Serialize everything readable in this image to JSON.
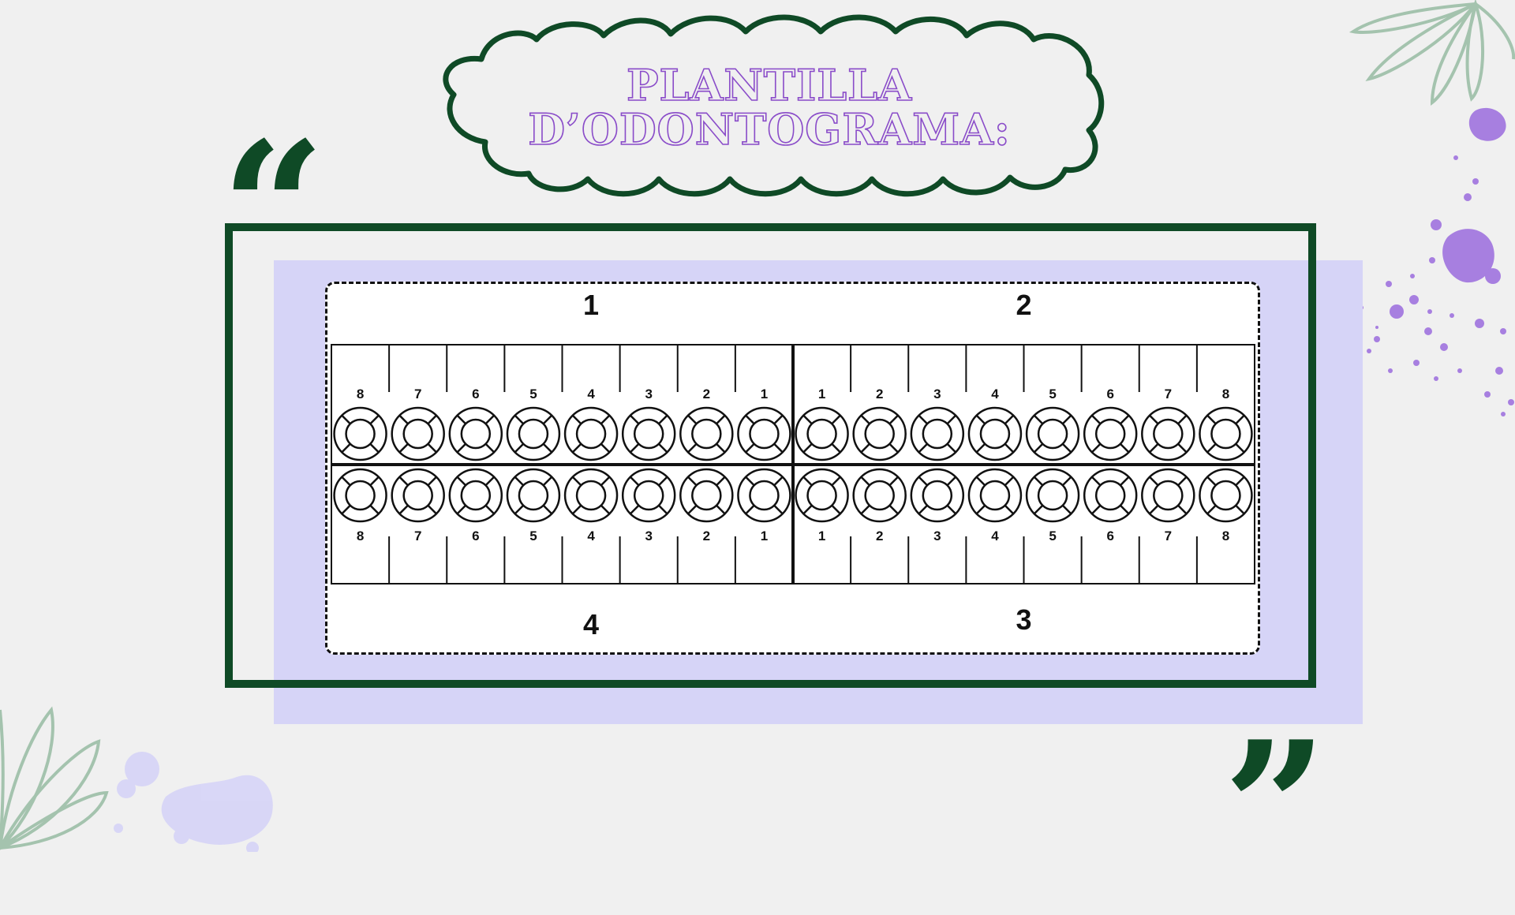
{
  "title": {
    "line1": "PLANTILLA",
    "line2": "D’ODONTOGRAMA:"
  },
  "quotes": {
    "open": "“",
    "close": "”"
  },
  "quadrants": {
    "q1": "1",
    "q2": "2",
    "q3": "3",
    "q4": "4"
  },
  "tooth_numbers": {
    "upper_left": [
      "8",
      "7",
      "6",
      "5",
      "4",
      "3",
      "2",
      "1"
    ],
    "upper_right": [
      "1",
      "2",
      "3",
      "4",
      "5",
      "6",
      "7",
      "8"
    ],
    "lower_left": [
      "8",
      "7",
      "6",
      "5",
      "4",
      "3",
      "2",
      "1"
    ],
    "lower_right": [
      "1",
      "2",
      "3",
      "4",
      "5",
      "6",
      "7",
      "8"
    ]
  },
  "colors": {
    "dark_green": "#0f4a26",
    "purple_title": "#8a4cc9",
    "lavender": "#d6d4f7",
    "splatter": "#a77fe0",
    "leaf": "#9cbfa7"
  }
}
